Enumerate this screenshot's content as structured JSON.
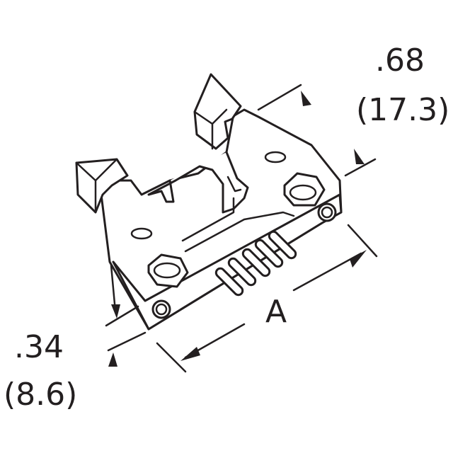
{
  "dimensions": {
    "height": {
      "inches": ".68",
      "mm": "(17.3)"
    },
    "depth": {
      "inches": ".34",
      "mm": "(8.6)"
    },
    "length": {
      "label": "A"
    }
  },
  "colors": {
    "ink": "#231f20",
    "background": "#ffffff"
  }
}
